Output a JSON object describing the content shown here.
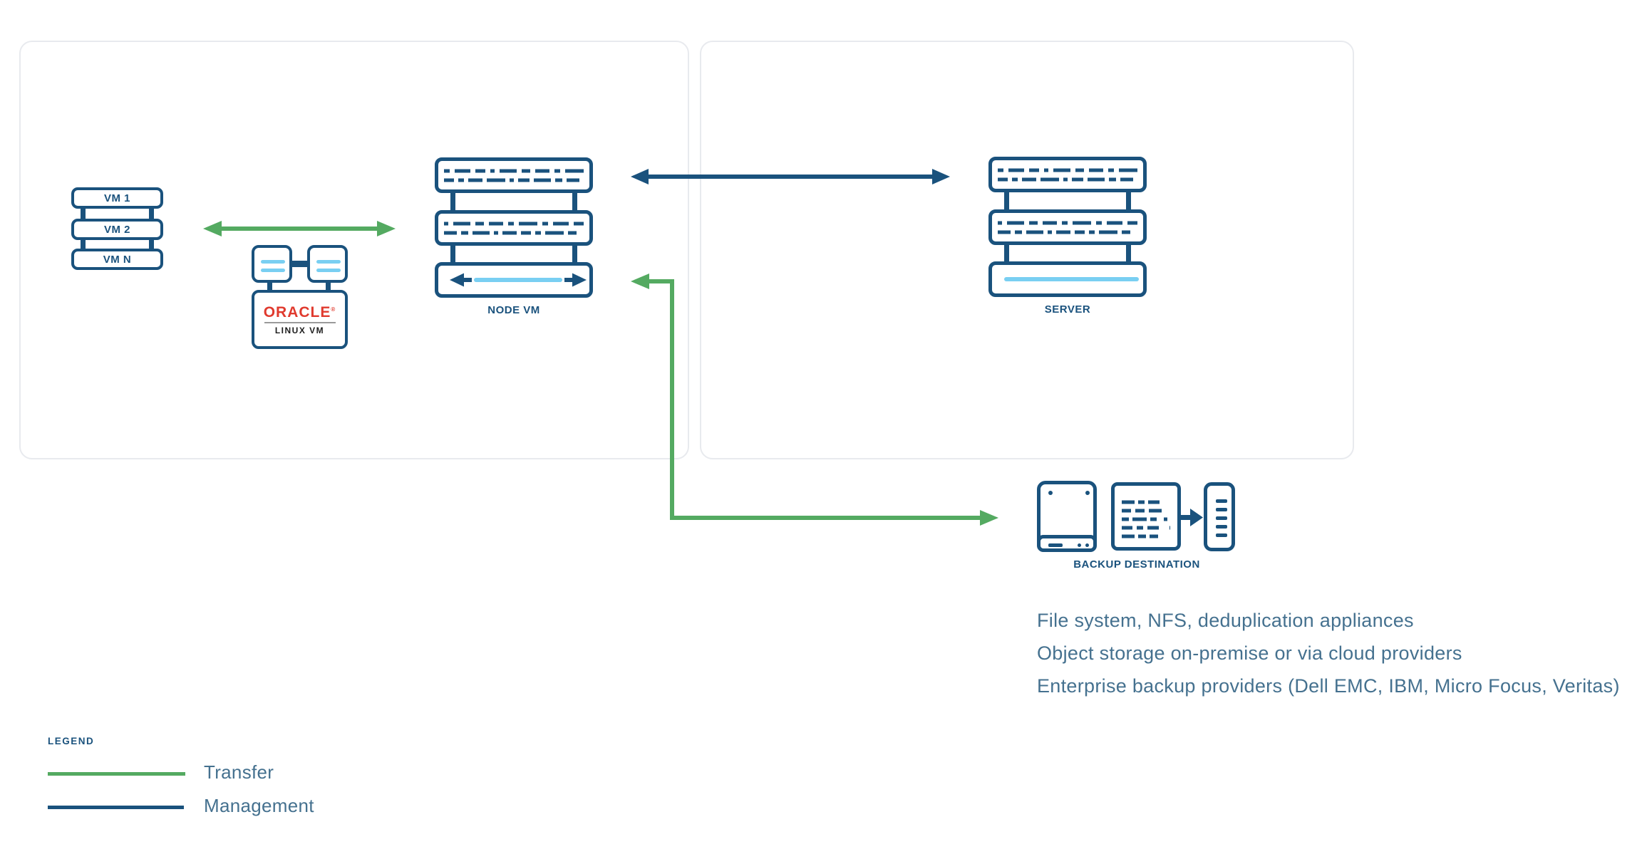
{
  "colors": {
    "navy": "#1a527d",
    "green": "#54aa61",
    "light_blue": "#79cff2",
    "text_steel": "#45718f",
    "oracle_red": "#e03a2e",
    "panel_border": "#e8eaee",
    "divider_gray": "#9a9a9a"
  },
  "source_panel": {
    "vm_stack": {
      "items": [
        "VM 1",
        "VM 2",
        "VM N"
      ]
    },
    "oracle_vm": {
      "brand": "ORACLE",
      "registered_mark": "®",
      "sublabel": "LINUX VM"
    },
    "node": {
      "label": "NODE VM"
    }
  },
  "target_panel": {
    "server": {
      "label": "SERVER"
    }
  },
  "arrows": {
    "transfer_vm_to_node": "Transfer",
    "management_node_to_server": "Management",
    "transfer_node_to_backup": "Transfer"
  },
  "backup_destination": {
    "label": "BACKUP DESTINATION",
    "notes": [
      "File system, NFS, deduplication appliances",
      "Object storage on-premise or via cloud providers",
      "Enterprise backup providers (Dell EMC, IBM, Micro Focus, Veritas)"
    ]
  },
  "legend": {
    "title": "LEGEND",
    "items": [
      {
        "label": "Transfer",
        "color": "#54aa61"
      },
      {
        "label": "Management",
        "color": "#1a527d"
      }
    ]
  }
}
